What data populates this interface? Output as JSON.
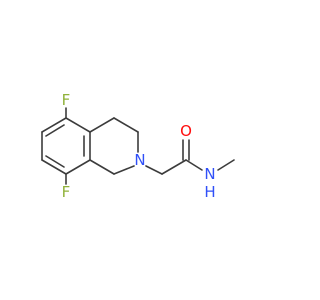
{
  "molecule": {
    "atoms": {
      "f_top": {
        "label": "F",
        "color": "#90b23a"
      },
      "f_bottom": {
        "label": "F",
        "color": "#90b23a"
      },
      "n_ring": {
        "label": "N",
        "color": "#3050f8"
      },
      "o_carbonyl": {
        "label": "O",
        "color": "#ff0d0d"
      },
      "n_amide_h": {
        "label": "H",
        "color": "#3050f8"
      },
      "n_amide": {
        "label": "N",
        "color": "#3050f8"
      }
    },
    "bond_color": "#3c3c3c"
  }
}
